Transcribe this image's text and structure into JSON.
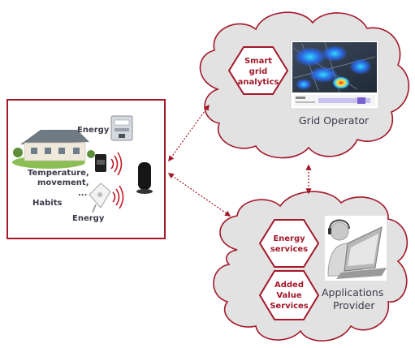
{
  "home": {
    "energy_top": "Energy",
    "temperature": "Temperature,",
    "movement": "movement,",
    "ellipsis": "...",
    "habits": "Habits",
    "energy_bottom": "Energy"
  },
  "grid_cloud": {
    "hex_line1": "Smart",
    "hex_line2": "grid",
    "hex_line3": "analytics",
    "title": "Grid Operator"
  },
  "apps_cloud": {
    "hex1_line1": "Energy",
    "hex1_line2": "services",
    "hex2_line1": "Added",
    "hex2_line2": "Value",
    "hex2_line3": "Services",
    "title_line1": "Applications",
    "title_line2": "Provider"
  },
  "colors": {
    "accent": "#a3182a",
    "cloud_fill": "#e2e2e2",
    "cloud_stroke": "#a3182a"
  }
}
